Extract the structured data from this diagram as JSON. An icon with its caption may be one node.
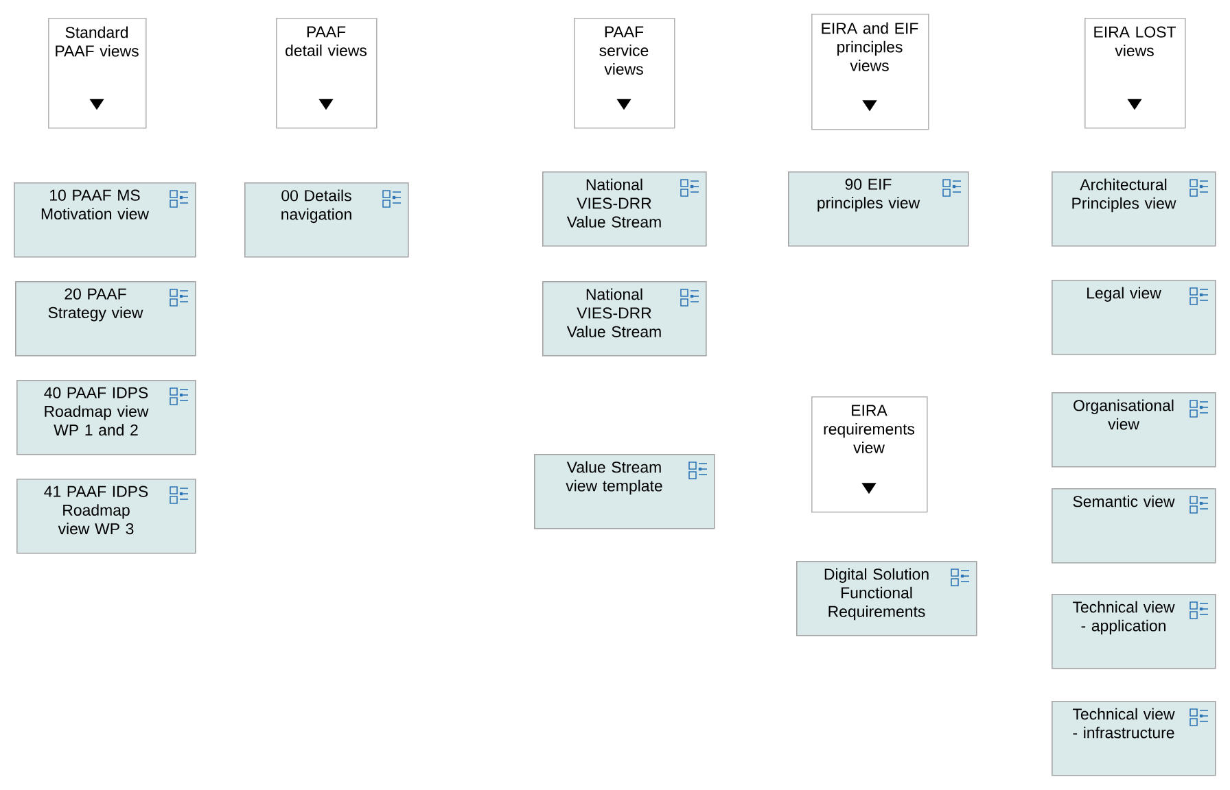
{
  "diagram": {
    "nodes": [
      {
        "text": [
          "Standard PAAF views"
        ]
      },
      {
        "text": [
          "PAAF detail views"
        ]
      },
      {
        "text": [
          "PAAF service views"
        ]
      },
      {
        "text": [
          "EIRA and EIF principles views"
        ]
      },
      {
        "text": [
          "EIRA LOST views"
        ]
      },
      {
        "text": [
          "10 PAAF MS Motivation view"
        ]
      },
      {
        "text": [
          "20 PAAF Strategy view"
        ]
      },
      {
        "text": [
          "40 PAAF IDPS Roadmap view WP 1 and 2"
        ]
      },
      {
        "text": [
          "41 PAAF IDPS Roadmap view WP 3"
        ]
      },
      {
        "text": [
          "00 Details navigation"
        ]
      },
      {
        "text": [
          "National VIES-DRR Value Stream"
        ]
      },
      {
        "text": [
          "National VIES-DRR Value Stream"
        ]
      },
      {
        "text": [
          "Value Stream view template"
        ]
      },
      {
        "text": [
          "90 EIF principles view"
        ]
      },
      {
        "text": [
          "EIRA requirements view"
        ]
      },
      {
        "text": [
          "Digital Solution Functional Requirements"
        ]
      },
      {
        "text": [
          "Architectural Principles view"
        ]
      },
      {
        "text": [
          "Legal view"
        ]
      },
      {
        "text": [
          "Organisational view"
        ]
      },
      {
        "text": [
          "Semantic view"
        ]
      },
      {
        "text": [
          "Technical view - application"
        ]
      },
      {
        "text": [
          "Technical view - infrastructure"
        ]
      }
    ]
  }
}
